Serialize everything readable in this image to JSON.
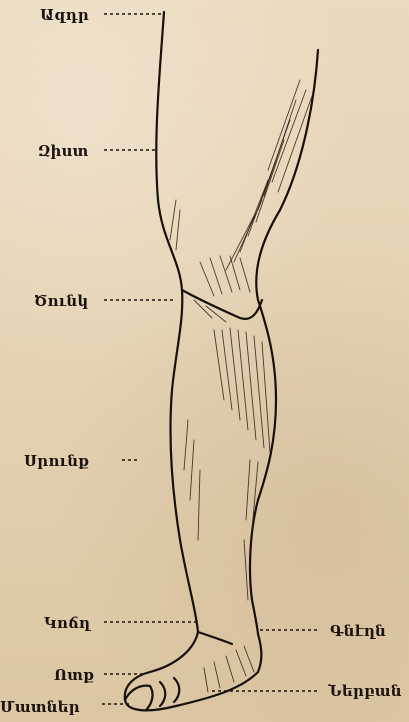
{
  "labels": {
    "thigh": "Ազդր",
    "hip": "Զիստ",
    "knee": "Ծունկ",
    "shin": "Սրունք",
    "ankle": "Կոճղ",
    "heel": "Գնէղն",
    "sole": "Ոտք",
    "instep": "Ներբան",
    "toes": "Մատներ"
  }
}
